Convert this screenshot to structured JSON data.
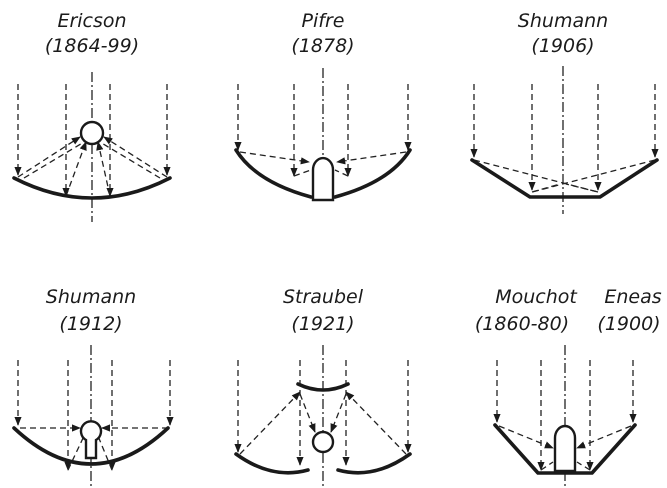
{
  "panels": [
    {
      "id": "ericson",
      "name": "Ericson",
      "years": "(1864-99)"
    },
    {
      "id": "pifre",
      "name": "Pifre",
      "years": "(1878)"
    },
    {
      "id": "shumann1906",
      "name": "Shumann",
      "years": "(1906)"
    },
    {
      "id": "shumann1912",
      "name": "Shumann",
      "years": "(1912)"
    },
    {
      "id": "straubel",
      "name": "Straubel",
      "years": "(1921)"
    },
    {
      "id": "mouchot",
      "name": "Mouchot",
      "years": "(1860-80)"
    },
    {
      "id": "eneas",
      "name": "Eneas",
      "years": "(1900)"
    }
  ]
}
